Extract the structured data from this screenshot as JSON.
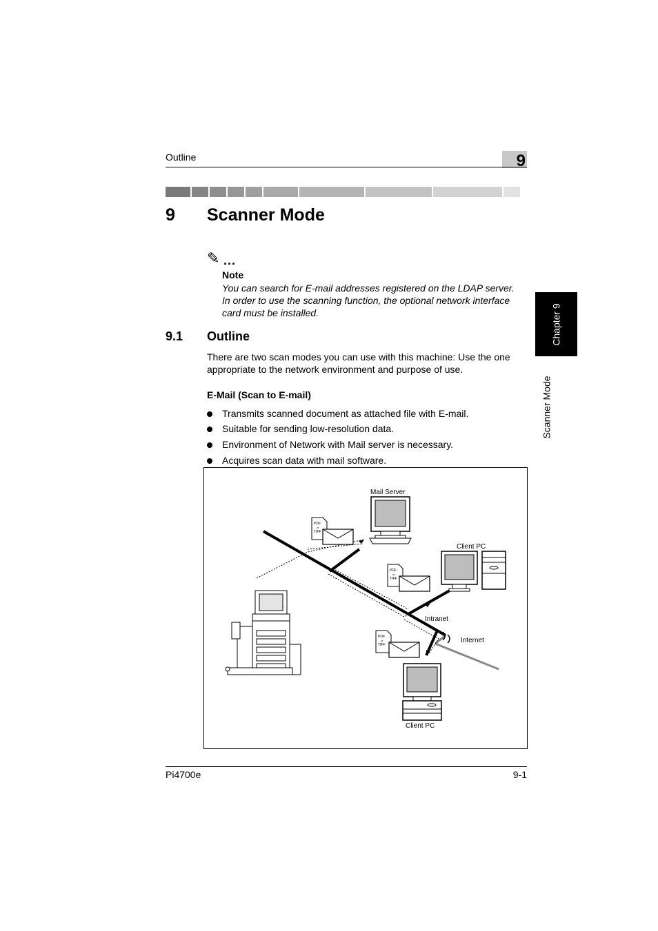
{
  "header": {
    "running_head": "Outline",
    "chapter_number": "9"
  },
  "title": {
    "number": "9",
    "text": "Scanner Mode"
  },
  "note": {
    "icon": "pencil-note-icon",
    "dots": "...",
    "label": "Note",
    "lines": [
      "You can search for E-mail addresses registered on the LDAP server.",
      "In order to use the scanning function, the optional network interface",
      "card must be installed."
    ]
  },
  "section": {
    "number": "9.1",
    "title": "Outline",
    "intro_lines": [
      "There are two scan modes you can use with this machine: Use the one",
      "appropriate to the network environment and purpose of use."
    ],
    "subheading": "E-Mail (Scan to E-mail)",
    "bullets": [
      "Transmits scanned document as attached file with E-mail.",
      "Suitable for sending low-resolution data.",
      "Environment of Network with Mail server is necessary.",
      "Acquires scan data with mail software."
    ]
  },
  "figure": {
    "mail_server": "Mail Server",
    "client_pc_top": "Client PC",
    "client_pc_bottom": "Client PC",
    "intranet": "Intranet",
    "internet": "Internet",
    "attachment_pdf": "PDF",
    "attachment_or": "or",
    "attachment_tiff": "TIFF"
  },
  "side_tab": {
    "chapter": "Chapter 9",
    "section": "Scanner Mode"
  },
  "footer": {
    "model": "Pi4700e",
    "page": "9-1"
  }
}
